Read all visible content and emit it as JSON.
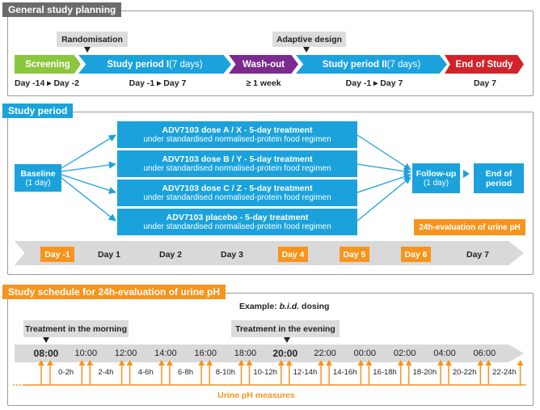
{
  "section1": {
    "title": "General study planning",
    "phases": [
      {
        "label": "Screening",
        "suffix": "",
        "color": "#8cc63f"
      },
      {
        "label": "Study period I",
        "suffix": " (7 days)",
        "color": "#1ba2dc"
      },
      {
        "label": "Wash-out",
        "suffix": "",
        "color": "#7b2a8e"
      },
      {
        "label": "Study period II",
        "suffix": " (7 days)",
        "color": "#1ba2dc"
      },
      {
        "label": "End of Study",
        "suffix": "",
        "color": "#d2232a"
      }
    ],
    "annotations": {
      "randomisation": "Randomisation",
      "adaptive": "Adaptive design"
    },
    "day_labels": [
      "Day -14 ▸ Day -2",
      "Day -1 ▸ Day 7",
      "≥ 1 week",
      "Day -1 ▸ Day 7",
      "Day 7"
    ]
  },
  "section2": {
    "title": "Study period",
    "baseline": {
      "title": "Baseline",
      "sub": "(1 day)"
    },
    "treatments": [
      {
        "title": "ADV7103 dose A / X - 5-day treatment",
        "sub": "under standardised normalised-protein food regimen"
      },
      {
        "title": "ADV7103 dose B / Y - 5-day treatment",
        "sub": "under standardised normalised-protein food regimen"
      },
      {
        "title": "ADV7103 dose C / Z - 5-day treatment",
        "sub": "under standardised normalised-protein food regimen"
      },
      {
        "title": "ADV7103 placebo - 5-day treatment",
        "sub": "under standardised normalised-protein food regimen"
      }
    ],
    "followup": {
      "title": "Follow-up",
      "sub": "(1 day)"
    },
    "end": "End of period",
    "urine_label": "24h-evaluation of urine pH",
    "days": [
      "Day -1",
      "Day 1",
      "Day 2",
      "Day 3",
      "Day 4",
      "Day 5",
      "Day 6",
      "Day 7"
    ],
    "highlighted_days": [
      "Day -1",
      "Day 4",
      "Day 5",
      "Day 6"
    ],
    "highlight_color": "#f7941d"
  },
  "section3": {
    "title": "Study schedule for 24h-evaluation of urine pH",
    "example_prefix": "Example: ",
    "example_italic": "b.i.d.",
    "example_suffix": " dosing",
    "morning": "Treatment in the morning",
    "evening": "Treatment in the evening",
    "hours": [
      "08:00",
      "10:00",
      "12:00",
      "14:00",
      "16:00",
      "18:00",
      "20:00",
      "22:00",
      "00:00",
      "02:00",
      "04:00",
      "06:00"
    ],
    "bold_hours": [
      "08:00",
      "20:00"
    ],
    "ranges": [
      "0-2h",
      "2-4h",
      "4-6h",
      "6-8h",
      "8-10h",
      "10-12h",
      "12-14h",
      "14-16h",
      "16-18h",
      "18-20h",
      "20-22h",
      "22-24h"
    ],
    "measures_label": "Urine pH measures"
  }
}
